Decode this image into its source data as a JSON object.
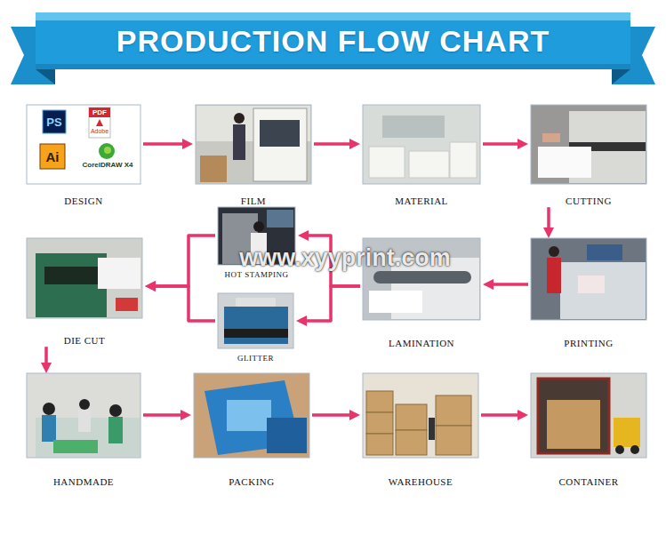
{
  "diagram": {
    "title": "PRODUCTION FLOW CHART",
    "nodes": [
      {
        "text": [
          "DESIGN"
        ]
      },
      {
        "text": [
          "FILM"
        ]
      },
      {
        "text": [
          "MATERIAL"
        ]
      },
      {
        "text": [
          "CUTTING"
        ]
      },
      {
        "text": [
          "PRINTING"
        ]
      },
      {
        "text": [
          "LAMINATION"
        ]
      },
      {
        "text": [
          "HOT STAMPING"
        ]
      },
      {
        "text": [
          "GLITTER"
        ]
      },
      {
        "text": [
          "DIE CUT"
        ]
      },
      {
        "text": [
          "HANDMADE"
        ]
      },
      {
        "text": [
          "PACKING"
        ]
      },
      {
        "text": [
          "WAREHOUSE"
        ]
      },
      {
        "text": [
          "CONTAINER"
        ]
      }
    ],
    "edges": [
      {
        "from": 0,
        "to": 1,
        "arrow": "to"
      },
      {
        "from": 1,
        "to": 2,
        "arrow": "to"
      },
      {
        "from": 2,
        "to": 3,
        "arrow": "to"
      },
      {
        "from": 3,
        "to": 4,
        "arrow": "to"
      },
      {
        "from": 4,
        "to": 5,
        "arrow": "to"
      },
      {
        "from": 5,
        "to": 6,
        "arrow": "to"
      },
      {
        "from": 5,
        "to": 7,
        "arrow": "to"
      },
      {
        "from": 6,
        "to": 8,
        "arrow": "to"
      },
      {
        "from": 7,
        "to": 8,
        "arrow": "to"
      },
      {
        "from": 8,
        "to": 9,
        "arrow": "to"
      },
      {
        "from": 9,
        "to": 10,
        "arrow": "to"
      },
      {
        "from": 10,
        "to": 11,
        "arrow": "to"
      },
      {
        "from": 11,
        "to": 12,
        "arrow": "to"
      }
    ],
    "labels": [
      "PS",
      "PDF",
      "Adobe",
      "Ai",
      "CorelDRAW X4",
      "www.xyyprint.com"
    ]
  }
}
